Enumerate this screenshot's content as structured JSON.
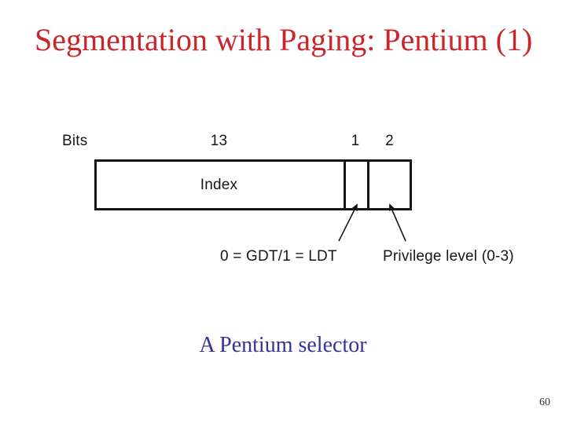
{
  "slide": {
    "title": "Segmentation with Paging: Pentium (1)",
    "caption": "A Pentium selector",
    "page_number": "60",
    "title_color": "#c9262c",
    "caption_color": "#333399"
  },
  "diagram": {
    "bits_label": "Bits",
    "line_color": "#161616",
    "fields": [
      {
        "name": "index",
        "bits": "13",
        "label": "Index"
      },
      {
        "name": "table-indicator",
        "bits": "1",
        "label": ""
      },
      {
        "name": "privilege-level",
        "bits": "2",
        "label": ""
      }
    ],
    "annotations": [
      {
        "target": "table-indicator",
        "text": "0 = GDT/1 = LDT"
      },
      {
        "target": "privilege-level",
        "text": "Privilege level (0-3)"
      }
    ]
  }
}
